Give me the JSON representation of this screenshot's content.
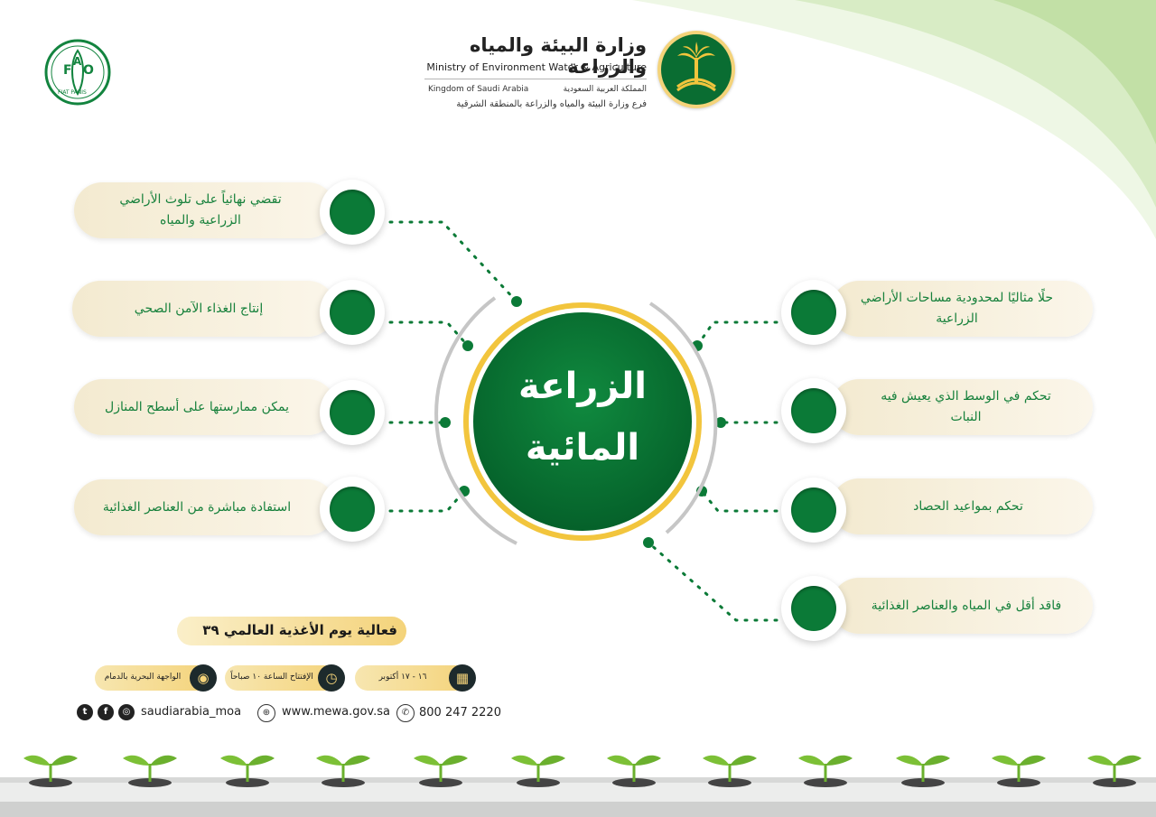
{
  "header": {
    "ministry_ar": "وزارة البيئة والمياه والزراعة",
    "ministry_en": "Ministry of Environment Water & Agriculture",
    "kingdom_en": "Kingdom of Saudi Arabia",
    "kingdom_ar": "المملكة العربية السعودية",
    "branch_ar": "فرع وزارة البيئة والمياه والزراعة بالمنطقة الشرقية",
    "fao_letters": [
      "F",
      "A",
      "O"
    ],
    "fao_motto": "FIAT PANIS",
    "emblem_icon": "palm-swords-emblem-icon",
    "fao_icon": "fao-logo-icon"
  },
  "center": {
    "line1": "الزراعة",
    "line2": "المائية"
  },
  "left_items": [
    {
      "text": "تقضي نهائياً على تلوث الأراضي الزراعية والمياه"
    },
    {
      "text": "إنتاج الغذاء الآمن الصحي"
    },
    {
      "text": "يمكن ممارستها على أسطح المنازل"
    },
    {
      "text": "استفادة مباشرة من العناصر الغذائية"
    }
  ],
  "right_items": [
    {
      "text": "حلًا مثاليًا لمحدودية مساحات الأراضي الزراعية"
    },
    {
      "text": "تحكم في الوسط الذي يعيش فيه النبات"
    },
    {
      "text": "تحكم بمواعيد الحصاد"
    },
    {
      "text": "فاقد أقل في المياه والعناصر الغذائية"
    }
  ],
  "event": {
    "title": "فعالية يوم الأغذية العالمي ٣٩",
    "date": "١٦ - ١٧ أكتوبر",
    "time": "الإفتتاح الساعة ١٠ صباحاً",
    "location": "الواجهة البحرية بالدمام",
    "date_icon": "calendar-icon",
    "time_icon": "clock-icon",
    "location_icon": "location-pin-icon"
  },
  "contact": {
    "social_handle": "saudiarabia_moa",
    "website": "www.mewa.gov.sa",
    "phone": "800 247 2220",
    "social_icons": [
      "twitter-icon",
      "facebook-icon",
      "instagram-icon"
    ],
    "web_icon": "globe-icon",
    "phone_icon": "phone-icon"
  },
  "colors": {
    "primary_green": "#0b7a37",
    "text_green": "#17813c",
    "gold": "#f2c53d",
    "pill_beige": "#f3ead0",
    "light_green": "#cfe8b8"
  }
}
